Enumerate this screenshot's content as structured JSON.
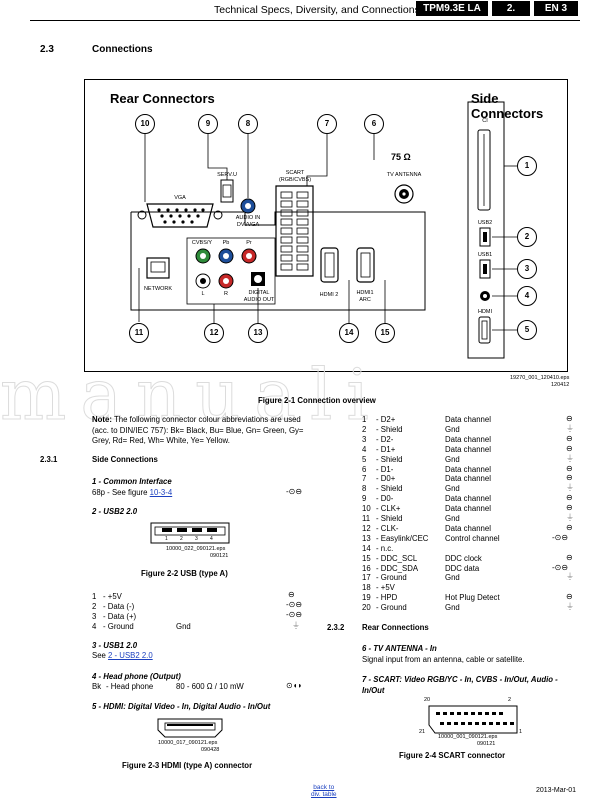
{
  "header": {
    "title": "Technical Specs, Diversity, and Connections",
    "model": "TPM9.3E LA",
    "chapter": "2.",
    "lang": "EN 3"
  },
  "section": {
    "num": "2.3",
    "title": "Connections"
  },
  "diagram": {
    "rear_title": "Rear Connectors",
    "side_title": "Side Connectors",
    "labels": {
      "vga": "VGA",
      "serv": "SERV.U",
      "audio_in": "AUDIO IN\nDVI/VGA",
      "scart": "SCART\n(RGB/CVBS)",
      "tv_ohm": "75 Ω",
      "tv_antenna": "TV ANTENNA",
      "ci": "CI",
      "usb2": "USB2",
      "usb1": "USB1",
      "hdmi_side": "HDMI",
      "cvbs_y": "CVBS/Y",
      "pb": "Pb",
      "pr": "Pr",
      "l": "L",
      "r": "R",
      "digital_audio": "DIGITAL\nAUDIO OUT",
      "hdmi2": "HDMI 2",
      "hdmi1": "HDMI1\nARC",
      "network": "NETWORK"
    },
    "callouts": [
      "1",
      "2",
      "3",
      "4",
      "5",
      "6",
      "7",
      "8",
      "9",
      "10",
      "11",
      "12",
      "13",
      "14",
      "15"
    ],
    "file_ref": "19270_001_120410.eps",
    "file_date": "120412",
    "caption": "Figure 2-1 Connection overview"
  },
  "watermark": "manuali",
  "left": {
    "note_label": "Note:",
    "note_text": "The following connector colour abbreviations are used (acc. to DIN/IEC 757): Bk= Black, Bu= Blue, Gn= Green, Gy= Grey, Rd= Red, Wh= White, Ye= Yellow.",
    "sub_num": "2.3.1",
    "sub_title": "Side Connections",
    "ci_title": "1 - Common Interface",
    "ci_text": "68p - See figure",
    "ci_link": "10-3-4",
    "usb2_title": "2 - USB2 2.0",
    "usb_file": "10000_022_090121.eps",
    "usb_date": "090121",
    "usb_caption": "Figure 2-2  USB (type A)",
    "usb_pins": [
      {
        "n": "1",
        "name": "- +5V",
        "extra": ""
      },
      {
        "n": "2",
        "name": "- Data (-)",
        "extra": ""
      },
      {
        "n": "3",
        "name": "- Data (+)",
        "extra": ""
      },
      {
        "n": "4",
        "name": "- Ground",
        "extra": "Gnd"
      }
    ],
    "usb1_title": "3 - USB1 2.0",
    "usb1_text": "See",
    "usb1_link": "2 - USB2 2.0",
    "hp_title": "4 - Head phone (Output)",
    "hp_bk": "Bk",
    "hp_name": "- Head phone",
    "hp_spec": "80 - 600 Ω / 10 mW",
    "hdmi_title": "5 - HDMI: Digital Video - In, Digital Audio - In/Out",
    "hdmi_file": "10000_017_090121.eps",
    "hdmi_date": "090428",
    "hdmi_caption": "Figure 2-3 HDMI (type A) connector"
  },
  "right": {
    "hdmi_pins": [
      {
        "n": "1",
        "name": "- D2+",
        "desc": "Data channel"
      },
      {
        "n": "2",
        "name": "- Shield",
        "desc": "Gnd"
      },
      {
        "n": "3",
        "name": "- D2-",
        "desc": "Data channel"
      },
      {
        "n": "4",
        "name": "- D1+",
        "desc": "Data channel"
      },
      {
        "n": "5",
        "name": "- Shield",
        "desc": "Gnd"
      },
      {
        "n": "6",
        "name": "- D1-",
        "desc": "Data channel"
      },
      {
        "n": "7",
        "name": "- D0+",
        "desc": "Data channel"
      },
      {
        "n": "8",
        "name": "- Shield",
        "desc": "Gnd"
      },
      {
        "n": "9",
        "name": "- D0-",
        "desc": "Data channel"
      },
      {
        "n": "10",
        "name": "- CLK+",
        "desc": "Data channel"
      },
      {
        "n": "11",
        "name": "- Shield",
        "desc": "Gnd"
      },
      {
        "n": "12",
        "name": "- CLK-",
        "desc": "Data channel"
      },
      {
        "n": "13",
        "name": "- Easylink/CEC",
        "desc": "Control channel"
      },
      {
        "n": "14",
        "name": "- n.c.",
        "desc": ""
      },
      {
        "n": "15",
        "name": "- DDC_SCL",
        "desc": "DDC clock"
      },
      {
        "n": "16",
        "name": "- DDC_SDA",
        "desc": "DDC data"
      },
      {
        "n": "17",
        "name": "- Ground",
        "desc": "Gnd"
      },
      {
        "n": "18",
        "name": "- +5V",
        "desc": ""
      },
      {
        "n": "19",
        "name": "- HPD",
        "desc": "Hot Plug Detect"
      },
      {
        "n": "20",
        "name": "- Ground",
        "desc": "Gnd"
      }
    ],
    "sub_num": "2.3.2",
    "sub_title": "Rear Connections",
    "tv_title": "6 - TV ANTENNA - In",
    "tv_text": "Signal input from an antenna, cable or satellite.",
    "scart_title": "7 - SCART: Video RGB/YC - In, CVBS - In/Out, Audio - In/Out",
    "scart_pin20": "20",
    "scart_pin2": "2",
    "scart_pin21": "21",
    "scart_pin1": "1",
    "scart_file": "10000_001_090121.eps",
    "scart_date": "090121",
    "scart_caption": "Figure 2-4 SCART connector"
  },
  "footer": {
    "back_link": "back to",
    "back_link2": "div. table",
    "date": "2013-Mar-01"
  }
}
